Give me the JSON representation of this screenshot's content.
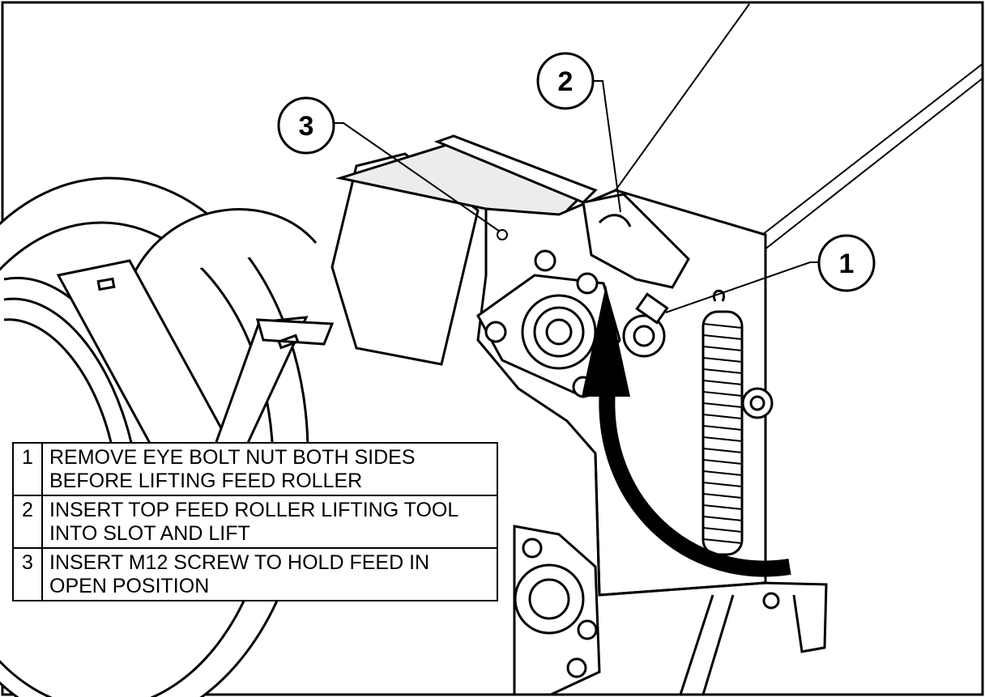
{
  "callouts": [
    {
      "id": "1"
    },
    {
      "id": "2"
    },
    {
      "id": "3"
    }
  ],
  "legend": [
    {
      "num": "1",
      "text": "REMOVE EYE BOLT NUT BOTH SIDES BEFORE LIFTING FEED ROLLER"
    },
    {
      "num": "2",
      "text": "INSERT TOP FEED ROLLER LIFTING TOOL INTO SLOT AND LIFT"
    },
    {
      "num": "3",
      "text": "INSERT M12 SCREW TO HOLD FEED IN OPEN POSITION"
    }
  ],
  "colors": {
    "line": "#000000",
    "background": "#ffffff",
    "shade": "#ececec"
  }
}
